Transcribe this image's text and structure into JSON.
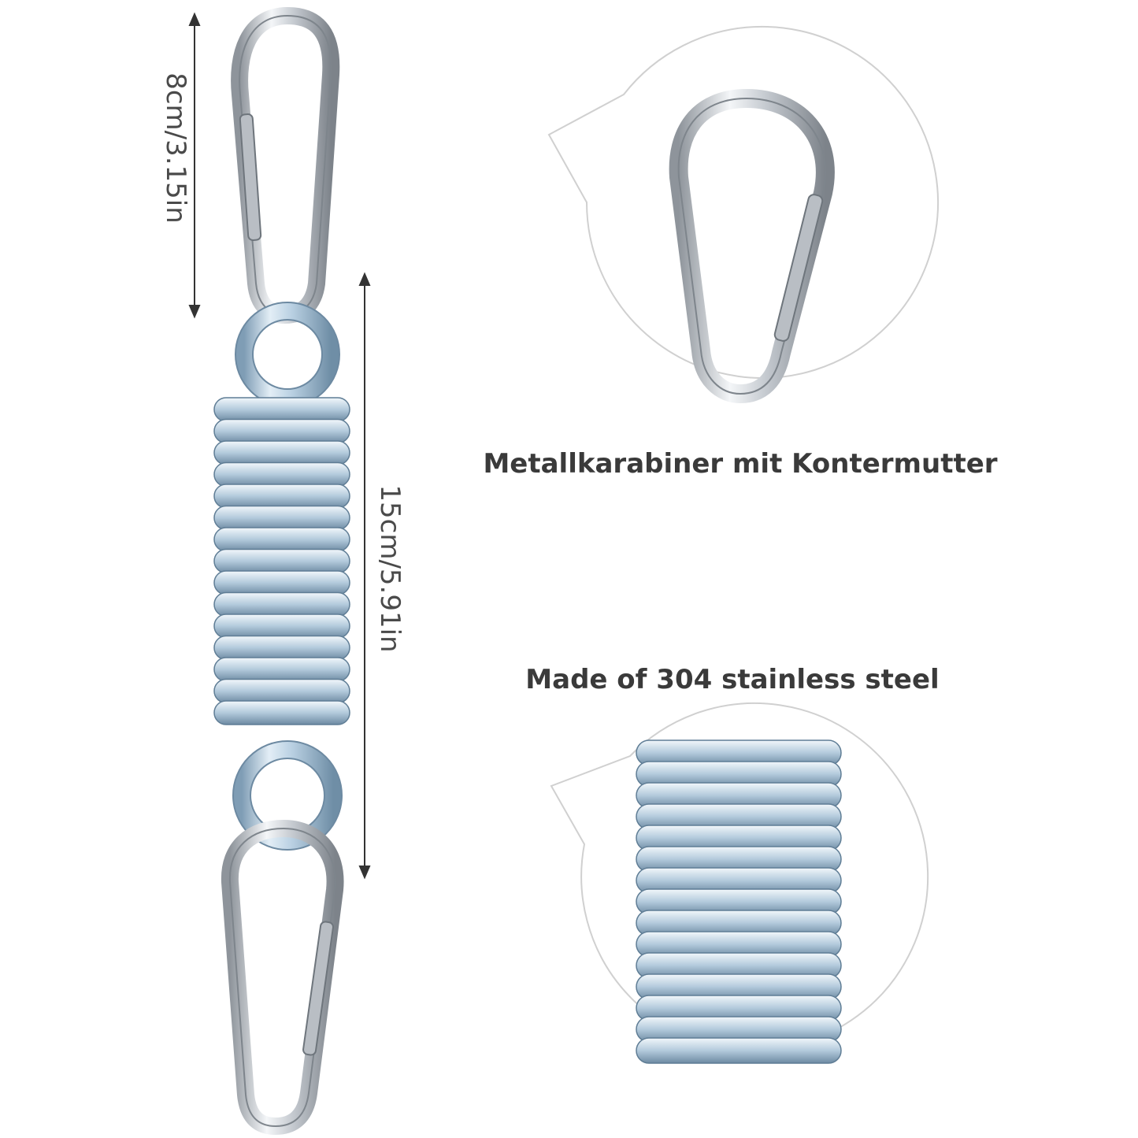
{
  "dimensions": {
    "carabiner_length": "8cm/3.15in",
    "spring_length": "15cm/5.91in"
  },
  "captions": {
    "carabiner": "Metallkarabiner mit Kontermutter",
    "material": "Made of 304 stainless steel"
  },
  "colors": {
    "background": "#ffffff",
    "steel": "#c9cdd2",
    "spring_blue": "#a9c4d8",
    "text": "#3a3a3a",
    "callout_outline": "#d0d0d0"
  },
  "icons": {
    "top_carabiner": "carabiner-icon",
    "spring": "spring-icon",
    "bottom_carabiner": "carabiner-icon"
  }
}
